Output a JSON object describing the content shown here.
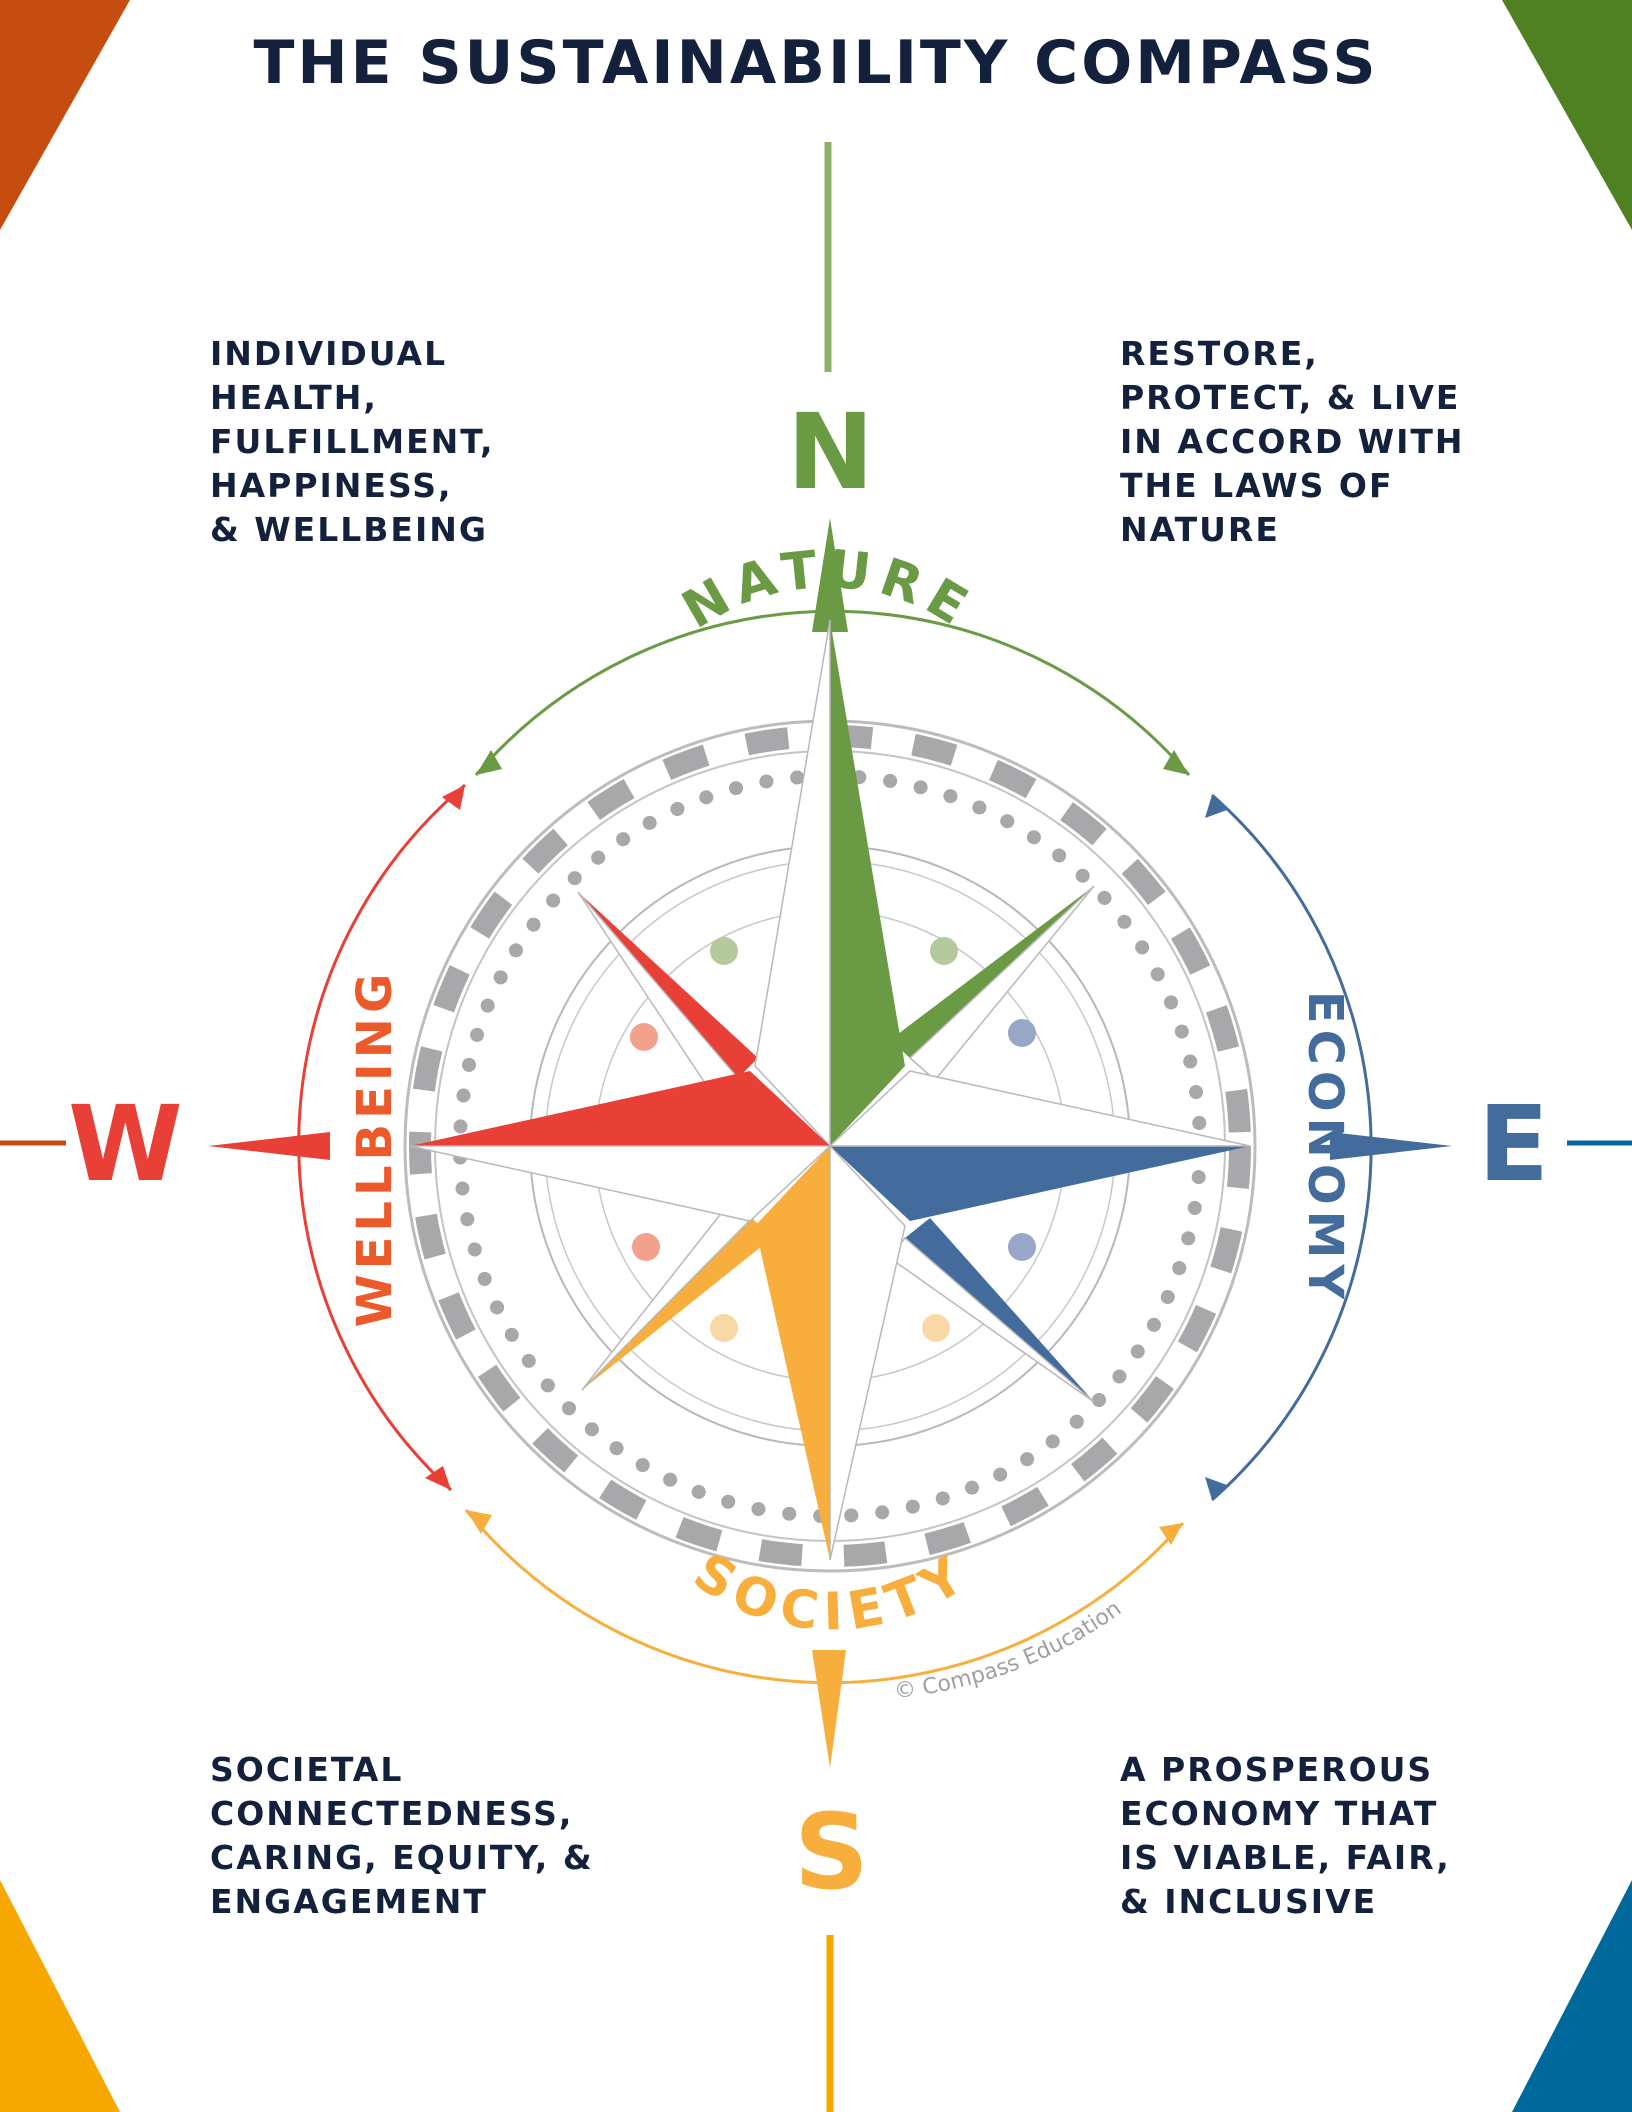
{
  "title": "THE SUSTAINABILITY COMPASS",
  "directions": {
    "north": "N",
    "south": "S",
    "west": "W",
    "east": "E"
  },
  "ring_labels": {
    "nature": "NATURE",
    "economy": "ECONOMY",
    "society": "SOCIETY",
    "wellbeing": "WELLBEING"
  },
  "quadrant_text": {
    "top_left": "INDIVIDUAL\nHEALTH,\nFULFILLMENT,\nHAPPINESS,\n& WELLBEING",
    "top_right": "RESTORE,\nPROTECT, & LIVE\nIN ACCORD WITH\nTHE LAWS OF\nNATURE",
    "bottom_left": "SOCIETAL\nCONNECTEDNESS,\nCARING, EQUITY, &\nENGAGEMENT",
    "bottom_right": "A PROSPEROUS\nECONOMY THAT\nIS VIABLE, FAIR,\n& INCLUSIVE"
  },
  "copyright": "© Compass Education",
  "colors": {
    "nature": "#6b9a45",
    "economy": "#436c9d",
    "society": "#f8ae3c",
    "wellbeing": "#e83f36",
    "wellbeing_label": "#ec5a2b",
    "title": "#14213d",
    "ring_gray": "#a8a8aa",
    "corner_top_left": "#c64d10",
    "corner_top_right": "#4f8123",
    "corner_bottom_left": "#f7a800",
    "corner_bottom_right": "#00699b"
  }
}
